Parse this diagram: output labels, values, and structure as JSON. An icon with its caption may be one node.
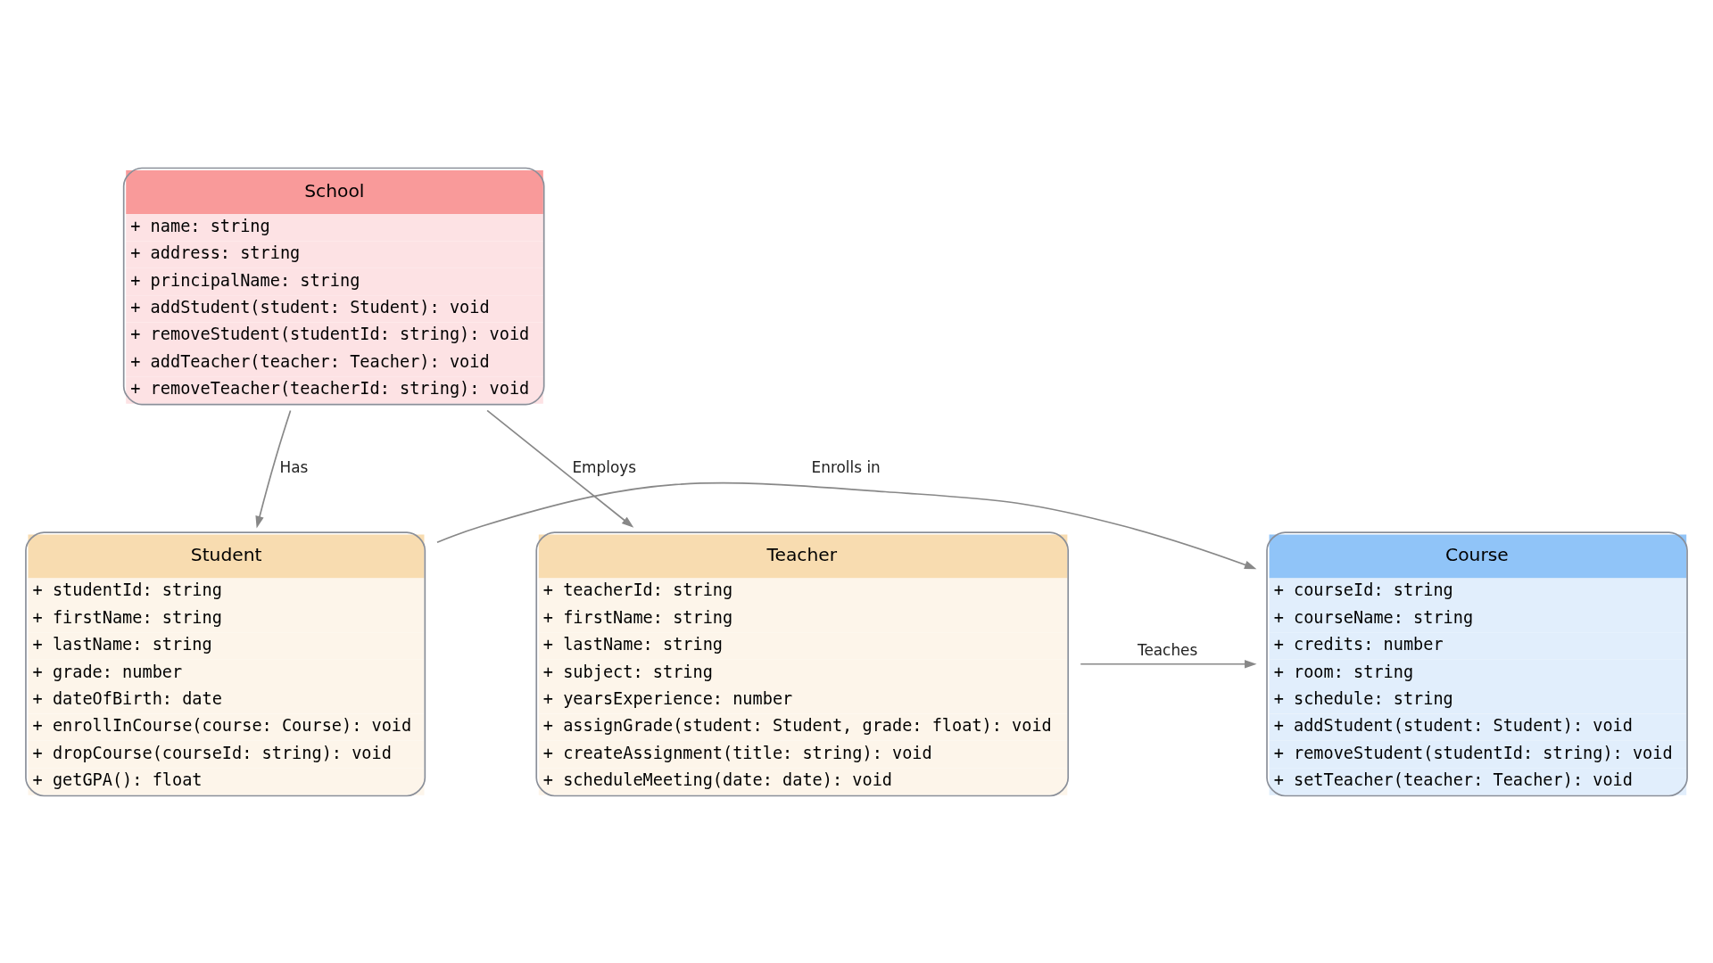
{
  "diagram": {
    "nodes": [
      {
        "text": [
          "School",
          "+ name: string",
          "+ address: string",
          "+ principalName: string",
          "+ addStudent(student: Student): void",
          "+ removeStudent(studentId: string): void",
          "+ addTeacher(teacher: Teacher): void",
          "+ removeTeacher(teacherId: string): void"
        ]
      },
      {
        "text": [
          "Student",
          "+ studentId: string",
          "+ firstName: string",
          "+ lastName: string",
          "+ grade: number",
          "+ dateOfBirth: date",
          "+ enrollInCourse(course: Course): void",
          "+ dropCourse(courseId: string): void",
          "+ getGPA(): float"
        ]
      },
      {
        "text": [
          "Teacher",
          "+ teacherId: string",
          "+ firstName: string",
          "+ lastName: string",
          "+ subject: string",
          "+ yearsExperience: number",
          "+ assignGrade(student: Student, grade: float): void",
          "+ createAssignment(title: string): void",
          "+ scheduleMeeting(date: date): void"
        ]
      },
      {
        "text": [
          "Course",
          "+ courseId: string",
          "+ courseName: string",
          "+ credits: number",
          "+ room: string",
          "+ schedule: string",
          "+ addStudent(student: Student): void",
          "+ removeStudent(studentId: string): void",
          "+ setTeacher(teacher: Teacher): void"
        ]
      }
    ],
    "edges": [
      {
        "from": 0,
        "to": 1,
        "arrow": "to",
        "label": "Has"
      },
      {
        "from": 0,
        "to": 2,
        "arrow": "to",
        "label": "Employs"
      },
      {
        "from": 2,
        "to": 3,
        "arrow": "to",
        "label": "Teaches"
      },
      {
        "from": 1,
        "to": 3,
        "arrow": "to",
        "label": "Enrolls in"
      }
    ]
  }
}
